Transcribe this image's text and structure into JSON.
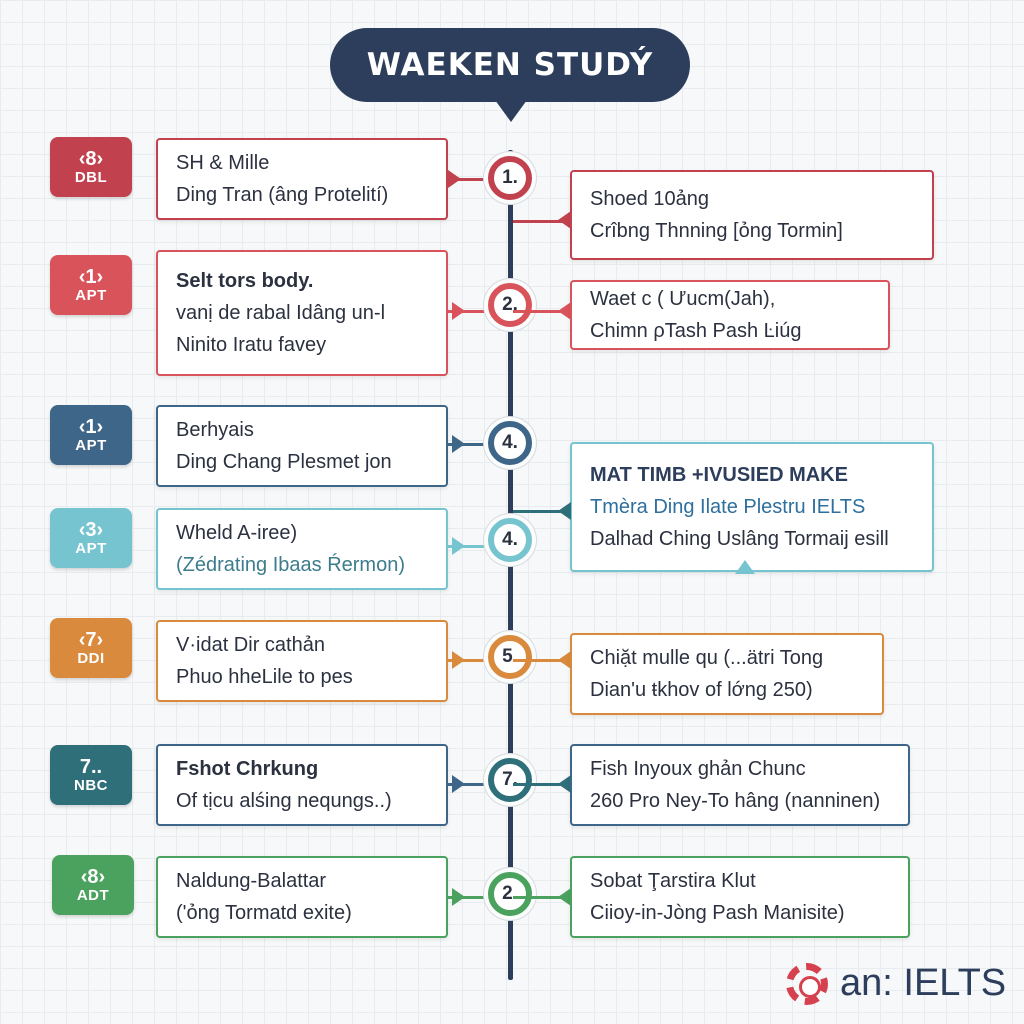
{
  "title": "WAEKEN STUDÝ",
  "colors": {
    "navy": "#2c3e5c",
    "crimson": "#c94a58",
    "red": "#d9545a",
    "steel_blue": "#3d6688",
    "aqua": "#76c4cf",
    "orange": "#d98a3d",
    "teal": "#2f6f7a",
    "green": "#4aa25e"
  },
  "rows": [
    {
      "badge": {
        "top": "‹8›",
        "bottom": "DBL"
      },
      "node": "1.",
      "left_card": {
        "line1": "SH & Mille",
        "line2": "Ding Tran (âng Protelití)"
      },
      "right_card": {
        "line1": "Shoed 10ảng",
        "line2": "Crîbng Thnning  [ỏng Tormin]"
      }
    },
    {
      "badge": {
        "top": "‹1›",
        "bottom": "APT"
      },
      "node": "2.",
      "left_card": {
        "line1": "Selt tors body.",
        "line2": "vanị de rabal Idâng un-l",
        "line3": "Ninito Iratu favey"
      },
      "right_card": {
        "line1": "Waet c ( Ưucm(Jah),",
        "line2": "Chimn ρTash Pash Ŀiúg"
      }
    },
    {
      "badge": {
        "top": "‹1›",
        "bottom": "APT"
      },
      "node": "4.",
      "left_card": {
        "line1": "Berhyais",
        "line2": "Ding Chang Plesmet jon"
      },
      "right_card": {
        "line1": "MAT TIMB  +IVUSIED MAKE",
        "line2": "Tmèra Ding Ilate Plestru IELTS",
        "line3": "Dalhad Ching Uslâng Tormaij esill"
      }
    },
    {
      "badge": {
        "top": "‹3›",
        "bottom": "APT"
      },
      "node": "4.",
      "left_card": {
        "line1": "Wheld A-iree)",
        "line2": "(Zédrating Ibaas Ŕermon)"
      }
    },
    {
      "badge": {
        "top": "‹7›",
        "bottom": "DDI"
      },
      "node": "5.",
      "left_card": {
        "line1": "V·idat Dir cathản",
        "line2": "Phuo hheLile to pes"
      },
      "right_card": {
        "line1": "Chiặt mulle qu  (...ätri Tong",
        "line2": "Dian'u  ŧkhov of lớng 250)"
      }
    },
    {
      "badge": {
        "top": "7..",
        "bottom": "NBC"
      },
      "node": "7.",
      "left_card": {
        "line1": "Fshot Chrkung",
        "line2": "Of tịcu alśing nequngs..)"
      },
      "right_card": {
        "line1": "Fish Inyoux ghản Chunc",
        "line2": "260 Pro Ney-To hâng (nanninen)"
      }
    },
    {
      "badge": {
        "top": "‹8›",
        "bottom": "ADT"
      },
      "node": "2.",
      "left_card": {
        "line1": "Naldung-Balattar",
        "line2": "('ỏng Tormatd exite)"
      },
      "right_card": {
        "line1": "Sobat Ţarstira Klut",
        "line2": "Ciioy-in-Jòng Pash Manisite)"
      }
    }
  ],
  "logo": {
    "text": "an: IELTS"
  }
}
